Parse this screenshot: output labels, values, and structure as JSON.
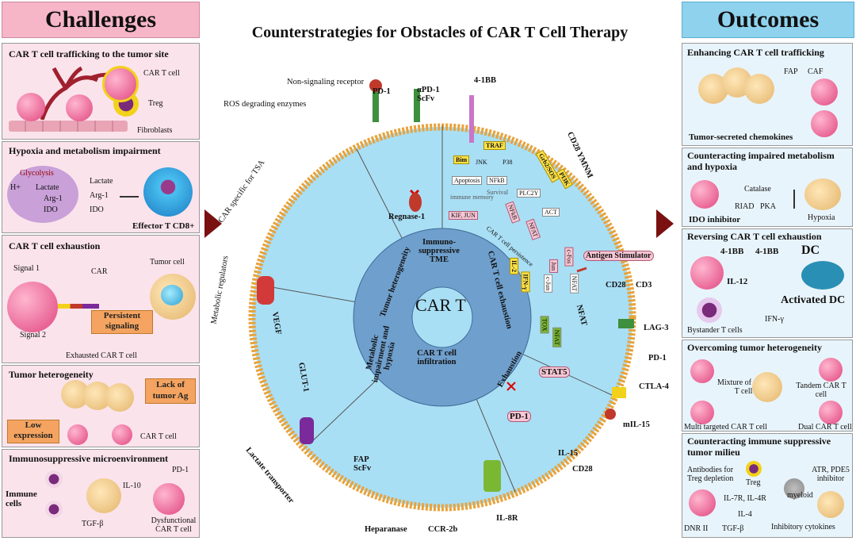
{
  "title": "Counterstrategies for Obstacles of CAR T Cell Therapy",
  "challenges": {
    "header": "Challenges",
    "s1": {
      "title": "CAR T cell trafficking to the tumor site",
      "car": "CAR T cell",
      "treg": "Treg",
      "fib": "Fibroblasts"
    },
    "s2": {
      "title": "Hypoxia and metabolism impairment",
      "glyco": "Glycolysis",
      "h": "H+",
      "lactate_in": "Lactate",
      "arg_in": "Arg-1",
      "ido_in": "IDO",
      "lactate": "Lactate",
      "arg": "Arg-1",
      "ido": "IDO",
      "effector": "Effector T CD8+"
    },
    "s3": {
      "title": "CAR T cell exhaustion",
      "signal1": "Signal 1",
      "signal2": "Signal 2",
      "car": "CAR",
      "tumor": "Tumor cell",
      "persistent": "Persistent signaling",
      "exhausted": "Exhausted CAR T cell"
    },
    "s4": {
      "title": "Tumor heterogeneity",
      "lack": "Lack of tumor Ag",
      "low": "Low expression",
      "car": "CAR T cell"
    },
    "s5": {
      "title": "Immunosuppressive microenvironment",
      "immune": "Immune cells",
      "il10": "IL-10",
      "pd1": "PD-1",
      "tgf": "TGF-β",
      "dysf": "Dysfunctional CAR T cell"
    }
  },
  "outcomes": {
    "header": "Outcomes",
    "s1": {
      "title": "Enhancing CAR T cell trafficking",
      "fap": "FAP",
      "caf": "CAF",
      "chemo": "Tumor-secreted chemokines"
    },
    "s2": {
      "title": "Counteracting impaired metabolism and hypoxia",
      "catalase": "Catalase",
      "riad": "RIAD",
      "pka": "PKA",
      "hypoxia": "Hypoxia",
      "ido": "IDO inhibitor"
    },
    "s3": {
      "title": "Reversing CAR T cell exhaustion",
      "b1": "4-1BB",
      "b2": "4-1BB",
      "dc": "DC",
      "il12": "IL-12",
      "adc": "Activated DC",
      "ifn": "IFN-γ",
      "bystander": "Bystander T cells"
    },
    "s4": {
      "title": "Overcoming tumor heterogeneity",
      "mix": "Mixture of CAR T cell",
      "tandem": "Tandem CAR T cell",
      "multi": "Multi targeted CAR T cell",
      "dual": "Dual CAR T cell"
    },
    "s5": {
      "title": "Counteracting immune suppressive tumor milieu",
      "anti": "Antibodies for Treg depletion",
      "treg": "Treg",
      "atr": "ATR, PDE5 inhibitor",
      "myeloid": "myeloid",
      "il7": "IL-7R, IL-4R",
      "il4": "IL-4",
      "dnr": "DNR II",
      "tgf": "TGF-β",
      "inhib": "Inhibitory cytokines"
    }
  },
  "center": {
    "core": "CAR T",
    "seg_immuno": "Immuno-suppressive TME",
    "seg_hetero": "Tumor heterogeneity",
    "seg_exhaust": "CAR T cell exhaustion",
    "seg_metab": "Metabolic impairment and hypoxia",
    "seg_infil": "CAR T cell infiltration",
    "labels": {
      "nonsig": "Non-signaling receptor",
      "pd1": "PD-1",
      "apd1": "αPD-1 ScFv",
      "b41": "4-1BB",
      "ros": "ROS degrading enzymes",
      "cd28ymnm": "CD28 YMNM",
      "tsa": "CAR specific for TSA",
      "regnase": "Regnase-1",
      "metab": "Metabolic regulators",
      "vegf": "VEGF",
      "glut": "GLUT-1",
      "antigen": "Antigen Stimulator",
      "cd28": "CD28",
      "cd3": "CD3",
      "nfat": "NFAT",
      "lag3": "LAG-3",
      "pd1r": "PD-1",
      "ctla4": "CTLA-4",
      "stat5": "STAT5",
      "exhaust": "Exhaustion",
      "mil15": "mIL-15",
      "pd1in": "PD-1",
      "il15": "IL-15",
      "cd28b": "CD28",
      "lactate": "Lactate transporter",
      "fap": "FAP ScFv",
      "heparanase": "Heparanase",
      "ccr2b": "CCR-2b",
      "il8r": "IL-8R",
      "traf": "TRAF",
      "bim": "Bim",
      "jnk": "JNK",
      "p38": "P38",
      "apoptosis": "Apoptosis",
      "nfkb": "NFkB",
      "memory": "immune memory",
      "survival": "Survival",
      "kif": "KIF, JUN",
      "grb2": "Grb2/SOS",
      "pi3k": "PI3K",
      "plc": "PLC2Y",
      "act": "ACT",
      "nfkb2": "NFkB",
      "nfat2": "NFAT",
      "persist": "CAR T cell persistence",
      "cfos": "c-Fos",
      "jun": "Jun",
      "cjun": "c-Jun",
      "il2": "IL-2",
      "ifng": "IFN-γ",
      "nfat3": "NFAT",
      "tox": "TOX",
      "nfat4": "NFAT"
    }
  },
  "colors": {
    "challenge": "#f7b6c8",
    "outcome": "#8fd2ee",
    "circle": "#a9dff5",
    "inner": "#6f9fcc",
    "arrow": "#7a1010"
  },
  "icons": {
    "arrow": "right-arrow-icon",
    "inhibit": "inhibit-icon",
    "cross": "red-cross-icon"
  }
}
